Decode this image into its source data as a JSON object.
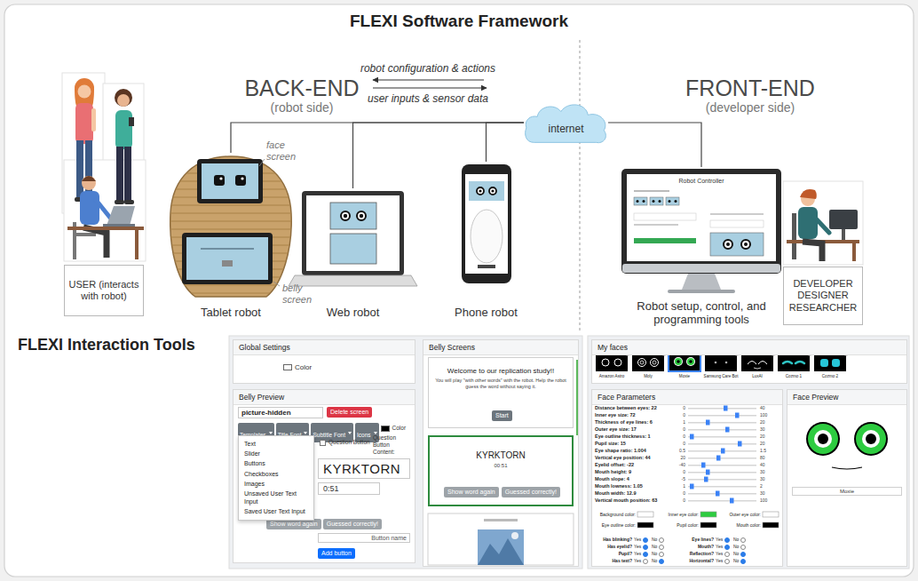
{
  "diagram": {
    "title": "FLEXI Software Framework",
    "nodes": [
      {
        "text": [
          "USER (interacts with robot)"
        ]
      },
      {
        "text": [
          "Tablet robot"
        ]
      },
      {
        "text": [
          "Web robot"
        ]
      },
      {
        "text": [
          "Phone robot"
        ]
      },
      {
        "text": [
          "internet"
        ]
      },
      {
        "text": [
          "Robot setup, control, and programming tools"
        ]
      },
      {
        "text": [
          "DEVELOPER DESIGNER RESEARCHER"
        ]
      },
      {
        "text": [
          "Global Settings",
          "Color"
        ]
      },
      {
        "text": [
          "Belly Preview"
        ]
      },
      {
        "text": [
          "picture-hidden"
        ],
        "in": 8
      },
      {
        "text": [
          "Delete screen"
        ],
        "in": 8
      },
      {
        "text": [
          "Templates"
        ],
        "in": 8
      },
      {
        "text": [
          "Title Font"
        ],
        "in": 8
      },
      {
        "text": [
          "Subtitle Font"
        ],
        "in": 8
      },
      {
        "text": [
          "Icons"
        ],
        "in": 8
      },
      {
        "text": [
          "Text",
          "Slider",
          "Buttons",
          "Checkboxes",
          "Images",
          "Unsaved User Text Input",
          "Saved User Text Input"
        ],
        "in": 8
      },
      {
        "text": [
          "KYRKTORN"
        ],
        "in": 8
      },
      {
        "text": [
          "0:51"
        ],
        "in": 8
      },
      {
        "text": [
          "Show word again"
        ],
        "in": 8
      },
      {
        "text": [
          "Guessed correctly!"
        ],
        "in": 8
      },
      {
        "text": [
          "Button name"
        ],
        "in": 8
      },
      {
        "text": [
          "Add button"
        ],
        "in": 8
      },
      {
        "text": [
          "Belly Screens"
        ]
      },
      {
        "text": [
          "Welcome to our replication study!!",
          "You will play \"with other words\" with the robot. Help the robot guess the word without saying it."
        ],
        "in": 22
      },
      {
        "text": [
          "Start"
        ],
        "in": 23
      },
      {
        "text": [
          "KYRKTORN",
          "00:51"
        ],
        "in": 22
      },
      {
        "text": [
          "Show word again"
        ],
        "in": 25
      },
      {
        "text": [
          "Guessed correctly!"
        ],
        "in": 25
      },
      {
        "text": [
          "My faces"
        ]
      },
      {
        "text": [
          "Face Parameters"
        ]
      },
      {
        "text": [
          "Face Preview"
        ]
      },
      {
        "text": [
          "Moxie"
        ],
        "in": 30
      }
    ],
    "edges": [
      {
        "from": 4,
        "to": 1,
        "arrow": "none"
      },
      {
        "from": 4,
        "to": 2,
        "arrow": "none"
      },
      {
        "from": 4,
        "to": 3,
        "arrow": "none"
      },
      {
        "from": 4,
        "to": 5,
        "arrow": "none"
      }
    ],
    "labels": [
      "BACK-END",
      "(robot side)",
      "FRONT-END",
      "(developer side)",
      "robot configuration & actions",
      "user inputs & sensor data",
      "face screen",
      "belly screen",
      "Robot Controller",
      "FLEXI Interaction Tools",
      "Color",
      "Question Button",
      "Question Button Content:",
      "Amazon Astro",
      "Moly",
      "Moxie",
      "Samsung Care Bot",
      "LuxAI",
      "Cozmo 1",
      "Cozmo 2",
      "Distance between eyes: 22",
      "0",
      "40",
      "Inner eye size: 72",
      "0",
      "100",
      "Thickness of eye lines: 6",
      "1",
      "20",
      "Outer eye size: 17",
      "0",
      "30",
      "Eye outline thickness: 1",
      "0",
      "20",
      "Pupil size: 15",
      "0",
      "20",
      "Eye shape ratio: 1.004",
      "0.5",
      "1.5",
      "Vertical eye position: 44",
      "20",
      "80",
      "Eyelid offset: -22",
      "-40",
      "40",
      "Mouth height: 9",
      "0",
      "30",
      "Mouth slope: 4",
      "-5",
      "30",
      "Mouth lowness: 1.05",
      "1",
      "2",
      "Mouth width: 12.9",
      "0",
      "30",
      "Vertical mouth position: 63",
      "0",
      "100",
      "Background color:",
      "Inner eye color:",
      "Outer eye color:",
      "Eye outline color:",
      "Pupil color:",
      "Mouth color:",
      "Has blinking?",
      "Yes",
      "No",
      "Eye lines?",
      "Yes",
      "No",
      "Has eyelid?",
      "Yes",
      "No",
      "Mouth?",
      "Yes",
      "No",
      "Pupil?",
      "Yes",
      "No",
      "Reflection?",
      "Yes",
      "No",
      "Has text?",
      "Yes",
      "No",
      "Horizontal?",
      "Yes",
      "No"
    ]
  }
}
